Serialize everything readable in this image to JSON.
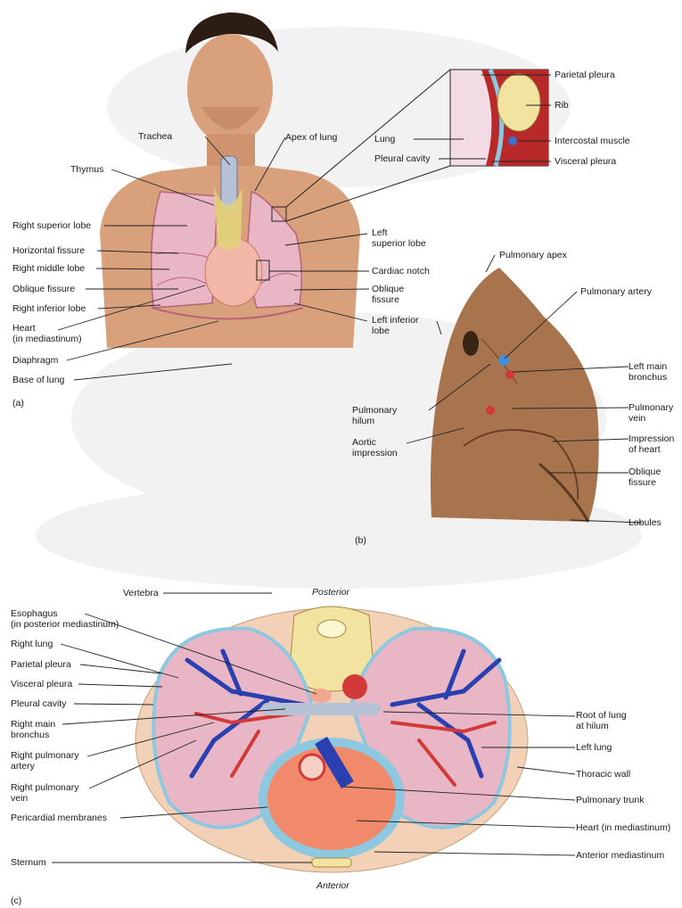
{
  "panel_a": {
    "panel_label": "(a)",
    "labels": {
      "trachea": "Trachea",
      "apex_of_lung": "Apex of lung",
      "thymus": "Thymus",
      "right_superior_lobe": "Right superior lobe",
      "horizontal_fissure": "Horizontal fissure",
      "right_middle_lobe": "Right middle lobe",
      "oblique_fissure_right": "Oblique fissure",
      "right_inferior_lobe": "Right inferior lobe",
      "heart": "Heart\n(in mediastinum)",
      "diaphragm": "Diaphragm",
      "base_of_lung": "Base of lung",
      "left_superior_lobe": "Left\nsuperior lobe",
      "cardiac_notch": "Cardiac notch",
      "oblique_fissure_left": "Oblique\nfissure",
      "left_inferior_lobe": "Left inferior\nlobe"
    },
    "inset": {
      "parietal_pleura": "Parietal pleura",
      "rib": "Rib",
      "lung": "Lung",
      "intercostal_muscle": "Intercostal muscle",
      "pleural_cavity": "Pleural cavity",
      "visceral_pleura": "Visceral pleura"
    }
  },
  "panel_b": {
    "panel_label": "(b)",
    "labels": {
      "pulmonary_apex": "Pulmonary apex",
      "pulmonary_artery": "Pulmonary artery",
      "left_main_bronchus": "Left main\nbronchus",
      "pulmonary_hilum": "Pulmonary\nhilum",
      "pulmonary_vein": "Pulmonary\nvein",
      "aortic_impression": "Aortic\nimpression",
      "impression_of_heart": "Impression\nof heart",
      "oblique_fissure": "Oblique\nfissure",
      "lobules": "Lobules"
    }
  },
  "panel_c": {
    "panel_label": "(c)",
    "posterior": "Posterior",
    "anterior": "Anterior",
    "labels": {
      "vertebra": "Vertebra",
      "esophagus": "Esophagus\n(in posterior mediastinum)",
      "right_lung": "Right lung",
      "parietal_pleura": "Parietal pleura",
      "visceral_pleura": "Visceral pleura",
      "pleural_cavity": "Pleural cavity",
      "right_main_bronchus": "Right main\nbronchus",
      "right_pulmonary_artery": "Right pulmonary\nartery",
      "right_pulmonary_vein": "Right pulmonary\nvein",
      "pericardial_membranes": "Pericardial membranes",
      "sternum": "Sternum",
      "root_of_lung": "Root of lung\nat hilum",
      "left_lung": "Left lung",
      "thoracic_wall": "Thoracic wall",
      "pulmonary_trunk": "Pulmonary trunk",
      "heart": "Heart (in mediastinum)",
      "anterior_mediastinum": "Anterior mediastinum"
    }
  },
  "colors": {
    "skin": "#d9a07c",
    "lung_pink": "#e9b6c6",
    "pleura_blue": "#8ec8e0",
    "artery_blue": "#2a3fb0",
    "vein_red": "#d23a3a",
    "heart": "#f08a6a",
    "specimen_brown": "#a8744e",
    "bone": "#f3e3a0",
    "leader": "#222222"
  }
}
